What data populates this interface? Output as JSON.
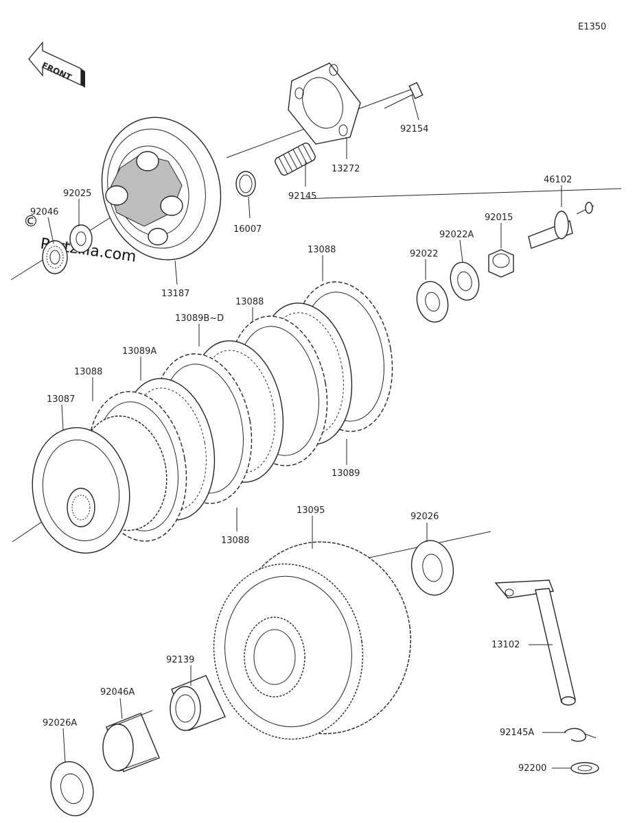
{
  "diagram": {
    "code": "E1350",
    "front_label": "FRONT",
    "watermark": "Partzilla.com",
    "copyright_symbol": "©",
    "parts": [
      {
        "id": "92154"
      },
      {
        "id": "13272"
      },
      {
        "id": "92145"
      },
      {
        "id": "16007"
      },
      {
        "id": "92025"
      },
      {
        "id": "92046"
      },
      {
        "id": "13187"
      },
      {
        "id": "46102"
      },
      {
        "id": "92015"
      },
      {
        "id": "92022A"
      },
      {
        "id": "92022"
      },
      {
        "id": "13088"
      },
      {
        "id": "13088"
      },
      {
        "id": "13089B~D"
      },
      {
        "id": "13089A"
      },
      {
        "id": "13088"
      },
      {
        "id": "13087"
      },
      {
        "id": "13089"
      },
      {
        "id": "13088"
      },
      {
        "id": "13095"
      },
      {
        "id": "92026"
      },
      {
        "id": "13102"
      },
      {
        "id": "92139"
      },
      {
        "id": "92046A"
      },
      {
        "id": "92026A"
      },
      {
        "id": "92145A"
      },
      {
        "id": "92200"
      }
    ]
  }
}
